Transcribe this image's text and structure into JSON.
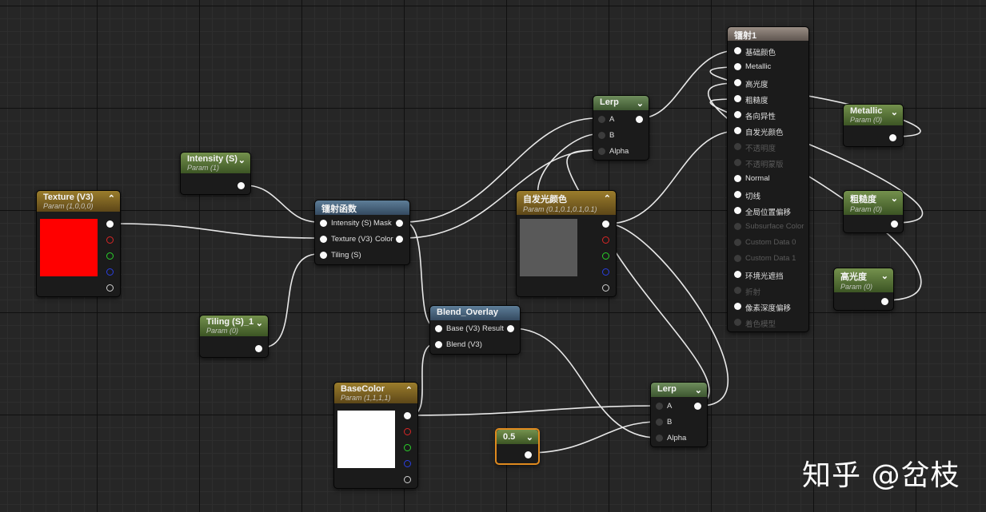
{
  "nodes": {
    "texture": {
      "title": "Texture (V3)",
      "sub": "Param (1,0,0,0)",
      "swatch": "#ff0000"
    },
    "intensity": {
      "title": "Intensity (S)",
      "sub": "Param (1)"
    },
    "tiling": {
      "title": "Tiling (S)_1",
      "sub": "Param (0)"
    },
    "func": {
      "title": "镭射函数",
      "inputs": [
        "Intensity (S)",
        "Texture (V3)",
        "Tiling (S)"
      ],
      "outputs": [
        "Mask",
        "Color"
      ]
    },
    "emissive": {
      "title": "自发光颜色",
      "sub": "Param (0.1,0.1,0.1,0.1)",
      "swatch": "#595959"
    },
    "lerp1": {
      "title": "Lerp",
      "inputs": [
        "A",
        "B",
        "Alpha"
      ]
    },
    "blend": {
      "title": "Blend_Overlay",
      "inputs": [
        "Base (V3)",
        "Blend (V3)"
      ],
      "output": "Result"
    },
    "basecolor": {
      "title": "BaseColor",
      "sub": "Param (1,1,1,1)",
      "swatch": "#ffffff"
    },
    "const": {
      "title": "0.5"
    },
    "lerp2": {
      "title": "Lerp",
      "inputs": [
        "A",
        "B",
        "Alpha"
      ]
    },
    "material": {
      "title": "镭射1",
      "pins": [
        {
          "label": "基础颜色",
          "on": true
        },
        {
          "label": "Metallic",
          "on": true
        },
        {
          "label": "高光度",
          "on": true
        },
        {
          "label": "粗糙度",
          "on": true
        },
        {
          "label": "各向异性",
          "on": true
        },
        {
          "label": "自发光颜色",
          "on": true
        },
        {
          "label": "不透明度",
          "on": false
        },
        {
          "label": "不透明蒙版",
          "on": false
        },
        {
          "label": "Normal",
          "on": true
        },
        {
          "label": "切线",
          "on": true
        },
        {
          "label": "全局位置偏移",
          "on": true
        },
        {
          "label": "Subsurface Color",
          "on": false
        },
        {
          "label": "Custom Data 0",
          "on": false
        },
        {
          "label": "Custom Data 1",
          "on": false
        },
        {
          "label": "环境光遮挡",
          "on": true
        },
        {
          "label": "折射",
          "on": false
        },
        {
          "label": "像素深度偏移",
          "on": true
        },
        {
          "label": "着色模型",
          "on": false
        }
      ]
    },
    "metallic": {
      "title": "Metallic",
      "sub": "Param (0)"
    },
    "roughness": {
      "title": "粗糙度",
      "sub": "Param (0)"
    },
    "specular": {
      "title": "高光度",
      "sub": "Param (0)"
    }
  },
  "watermark": "知乎 @岔枝"
}
